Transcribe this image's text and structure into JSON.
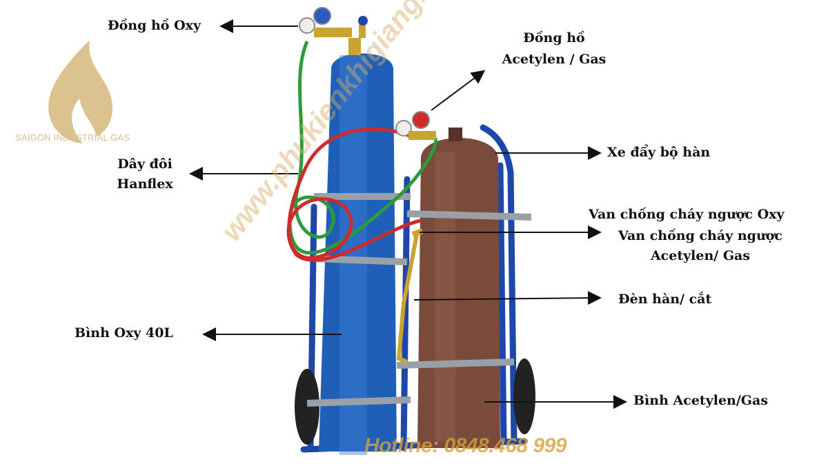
{
  "brand": {
    "logo_text": "SAIGON INDUSTRIAL GAS",
    "logo_color": "#d9bf8f"
  },
  "watermark": "www.phukienkhigiangnghien.com",
  "hotline": "Hotline: 0848.468 999",
  "labels": {
    "oxy_gauge": "Đồng hồ Oxy",
    "acetylen_gauge_line1": "Đồng hồ",
    "acetylen_gauge_line2": "Acetylen / Gas",
    "cart": "Xe đẩy bộ hàn",
    "hose_line1": "Dây đôi",
    "hose_line2": "Hanflex",
    "flashback_oxy": "Van chống cháy ngược Oxy",
    "flashback_gas_line1": "Van chống cháy ngược",
    "flashback_gas_line2": "Acetylen/ Gas",
    "torch": "Đèn hàn/ cắt",
    "oxy_cylinder": "Bình Oxy 40L",
    "gas_cylinder": "Bình Acetylen/Gas"
  },
  "colors": {
    "oxy_cylinder": "#1f5fb8",
    "gas_cylinder": "#7a4a3a",
    "cart": "#1d47a8",
    "hose_red": "#d02a2a",
    "hose_green": "#2c9b3c"
  }
}
